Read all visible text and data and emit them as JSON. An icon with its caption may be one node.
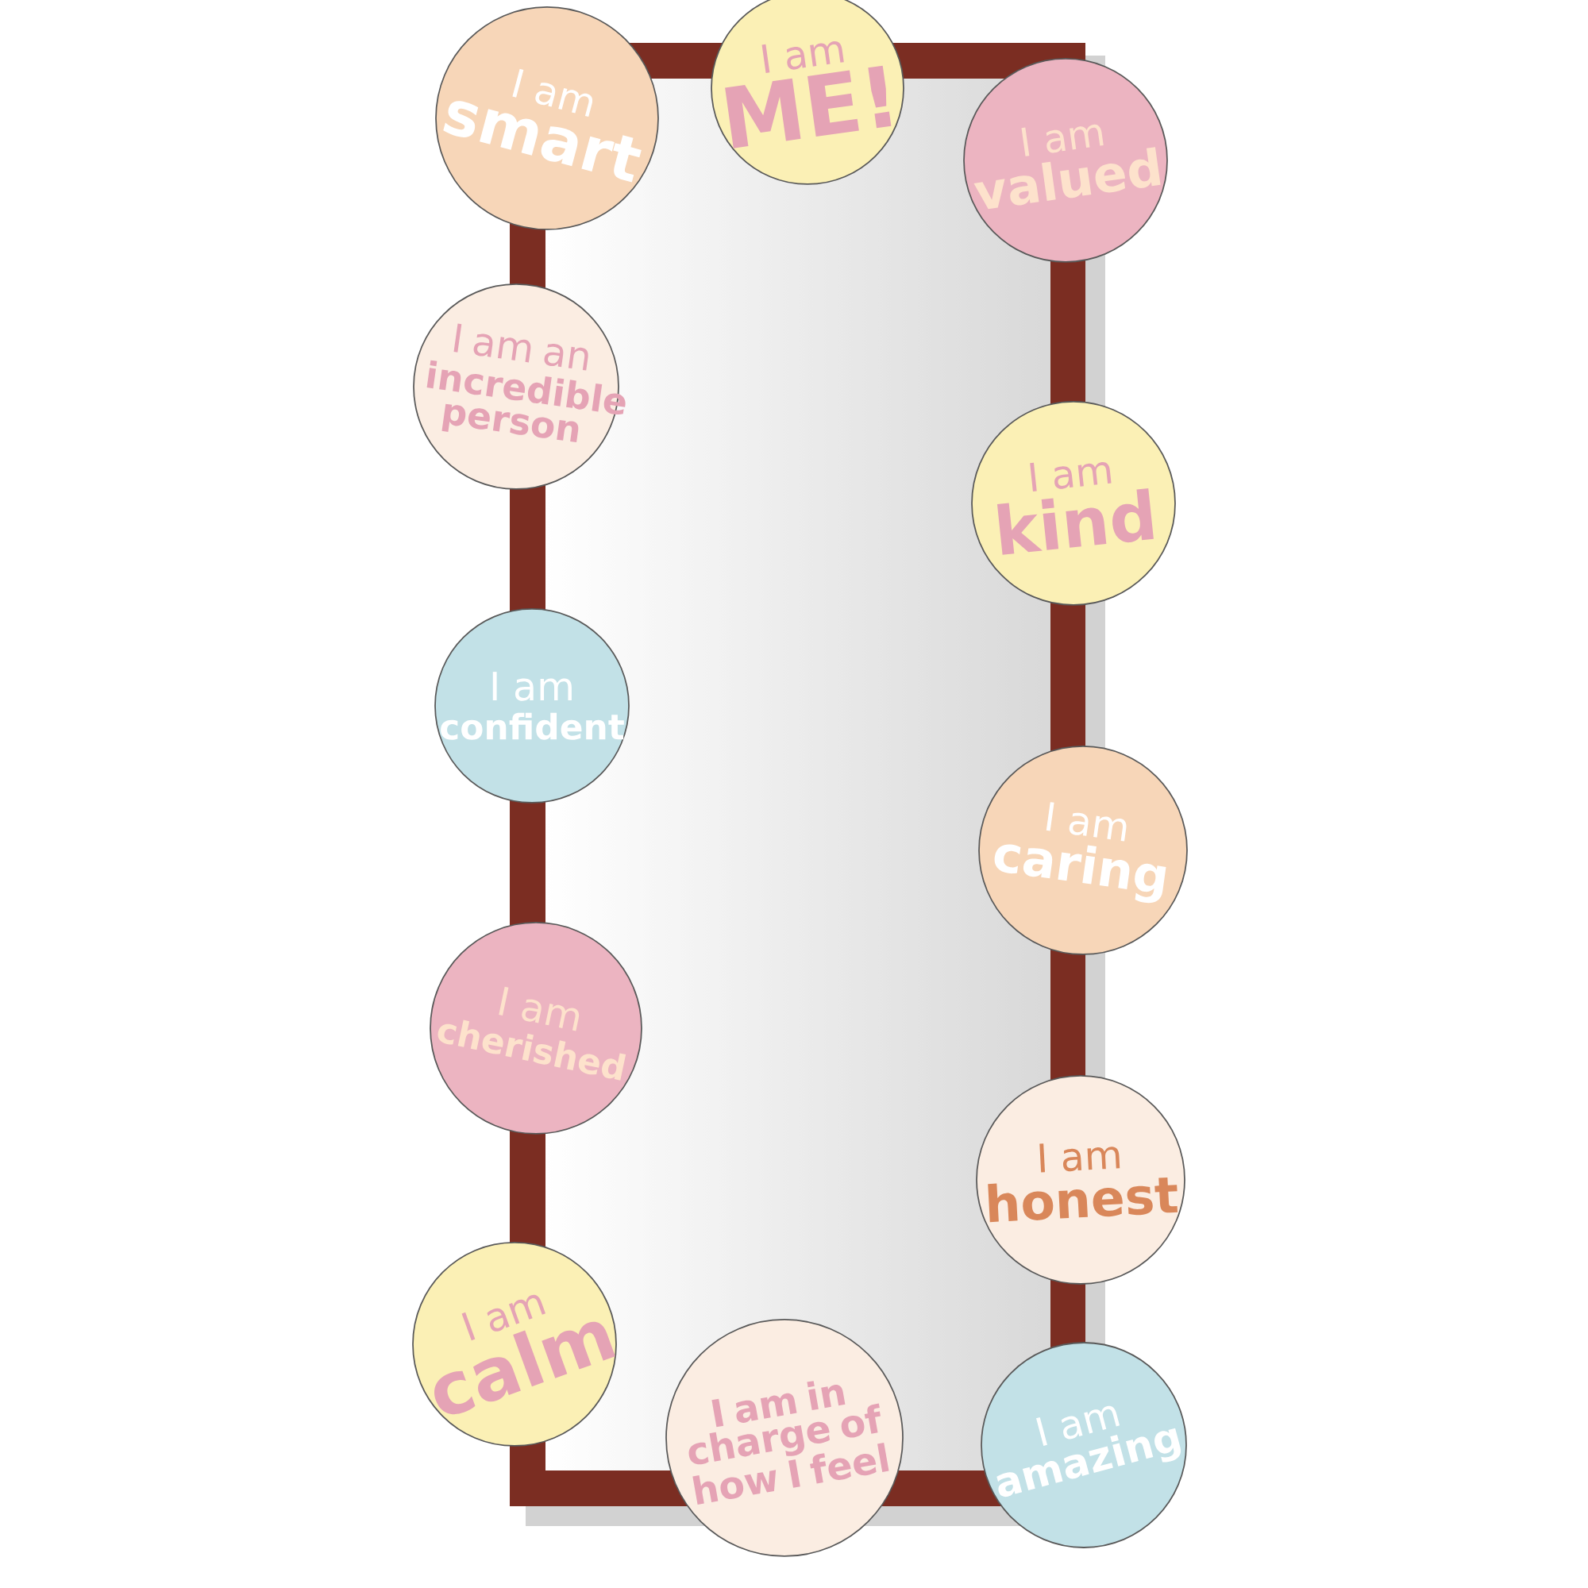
{
  "diagram": {
    "nodes": [
      {
        "text": [
          "I am",
          "smart"
        ]
      },
      {
        "text": [
          "I am",
          "ME!"
        ]
      },
      {
        "text": [
          "I am",
          "valued"
        ]
      },
      {
        "text": [
          "I am an",
          "incredible person"
        ]
      },
      {
        "text": [
          "I am",
          "kind"
        ]
      },
      {
        "text": [
          "I am",
          "confident"
        ]
      },
      {
        "text": [
          "I am",
          "caring"
        ]
      },
      {
        "text": [
          "I am",
          "cherished"
        ]
      },
      {
        "text": [
          "I am",
          "honest"
        ]
      },
      {
        "text": [
          "I am",
          "calm"
        ]
      },
      {
        "text": [
          "I am in charge of how I feel"
        ]
      },
      {
        "text": [
          "I am",
          "amazing"
        ]
      }
    ]
  }
}
